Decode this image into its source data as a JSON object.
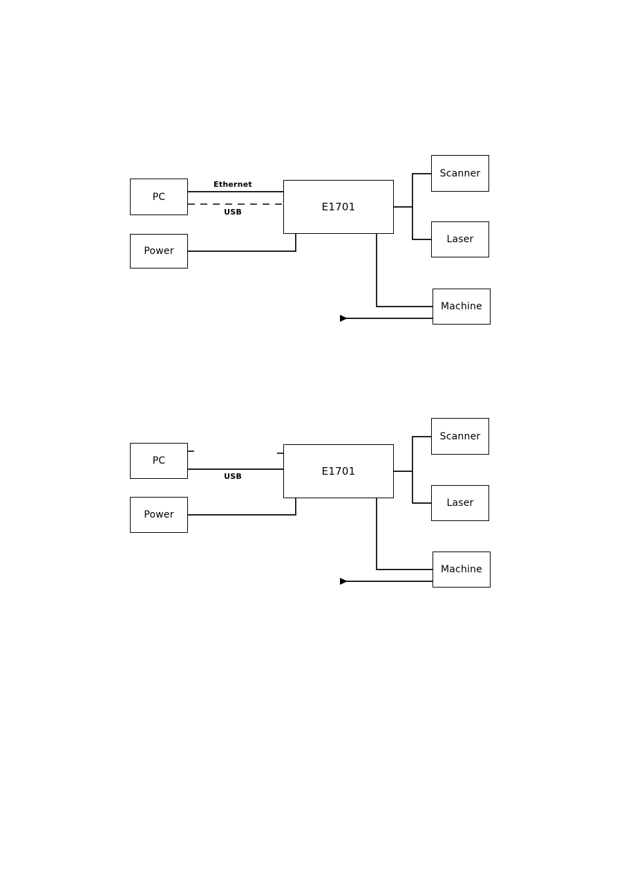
{
  "diagram1": {
    "nodes": {
      "pc": "PC",
      "power": "Power",
      "controller": "E1701",
      "scanner": "Scanner",
      "laser": "Laser",
      "machine": "Machine"
    },
    "links": {
      "ethernet": "Ethernet",
      "usb": "USB"
    }
  },
  "diagram2": {
    "nodes": {
      "pc": "PC",
      "power": "Power",
      "controller": "E1701",
      "scanner": "Scanner",
      "laser": "Laser",
      "machine": "Machine"
    },
    "links": {
      "usb": "USB"
    }
  },
  "colors": {
    "line": "#000000",
    "background": "#ffffff"
  }
}
